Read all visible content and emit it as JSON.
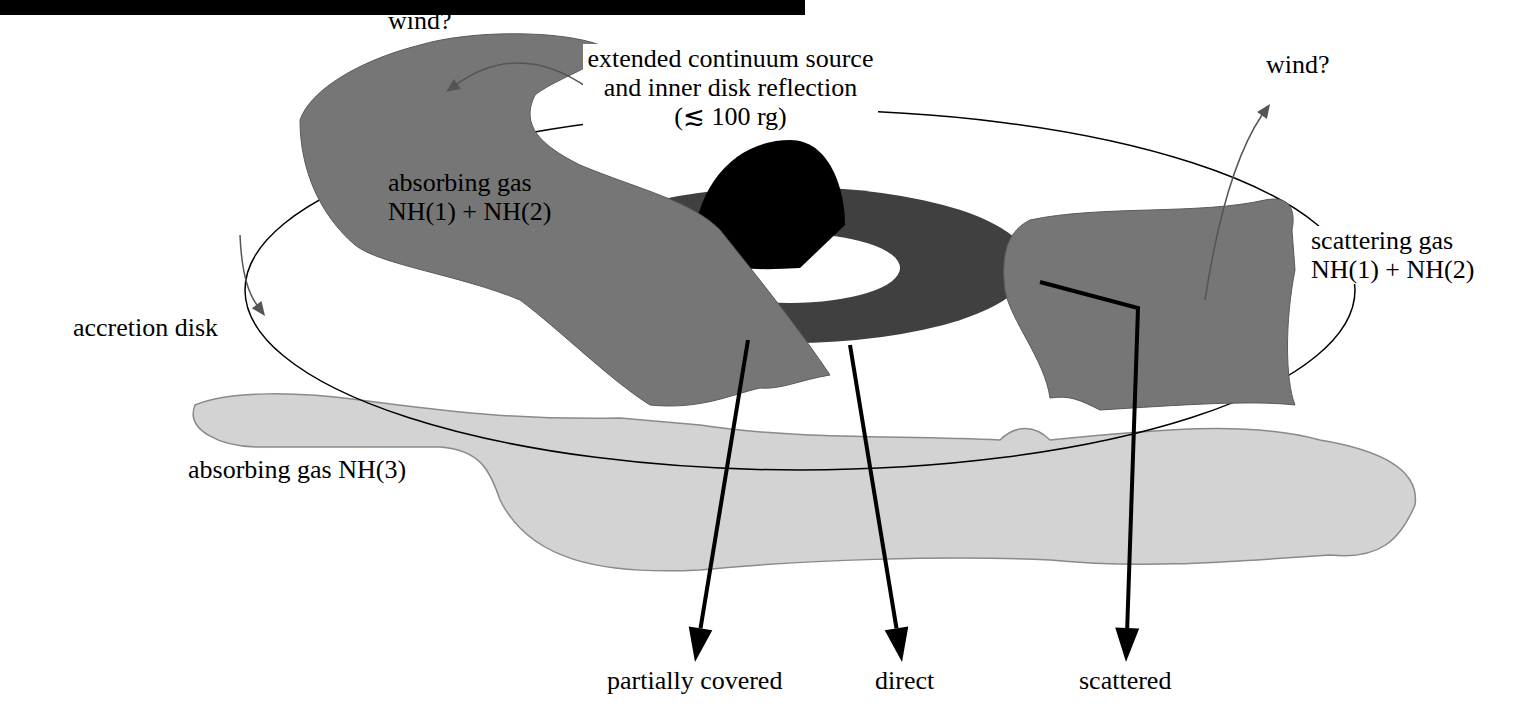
{
  "diagram": {
    "labels": [
      "wind?",
      "extended continuum source and inner disk reflection (≲ 100 rg)",
      "wind?",
      "absorbing gas NH(1) + NH(2)",
      "accretion disk",
      "scattering gas NH(1) + NH(2)",
      "absorbing gas NH(3)",
      "partially covered",
      "direct",
      "scattered"
    ]
  }
}
